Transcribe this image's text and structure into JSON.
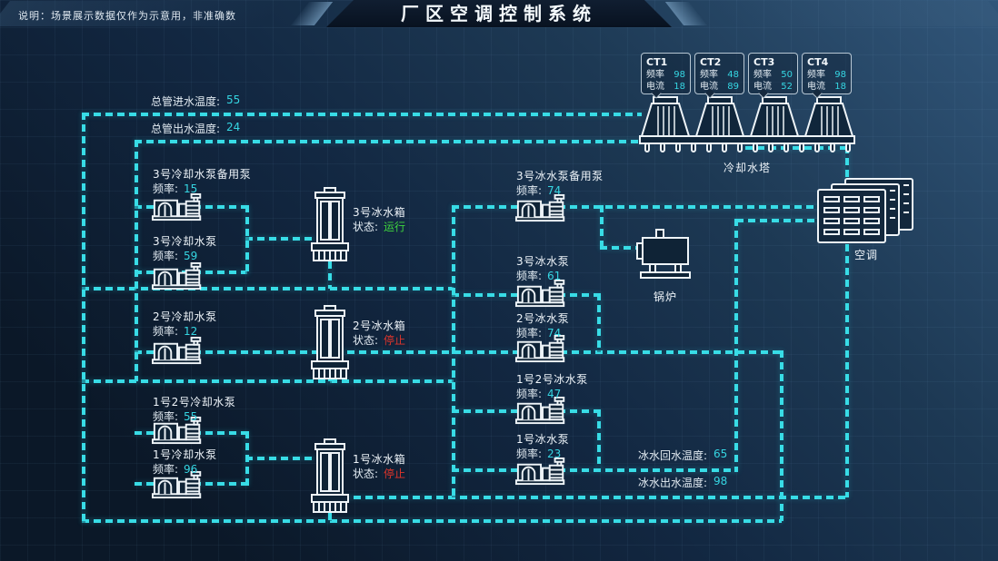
{
  "meta": {
    "title": "厂区空调控制系统",
    "disclaimer": "说明：场景展示数据仅作为示意用，非准确数"
  },
  "labels": {
    "freq": "频率",
    "current": "电流",
    "freq_c": "频率:",
    "status_c": "状态:"
  },
  "colors": {
    "accent": "#35d6e2",
    "run": "#3ed53e",
    "stop": "#e0352b",
    "pipe": "#38dce6"
  },
  "equipment": {
    "cooling_tower": "冷却水塔",
    "boiler": "锅炉",
    "ac": "空调"
  },
  "cooling_tower_units": [
    {
      "name": "CT1",
      "freq": "98",
      "current": "18"
    },
    {
      "name": "CT2",
      "freq": "48",
      "current": "89"
    },
    {
      "name": "CT3",
      "freq": "50",
      "current": "52"
    },
    {
      "name": "CT4",
      "freq": "98",
      "current": "18"
    }
  ],
  "cooling_pumps": [
    {
      "name": "3号冷却水泵备用泵",
      "freq": "15"
    },
    {
      "name": "3号冷却水泵",
      "freq": "59"
    },
    {
      "name": "2号冷却水泵",
      "freq": "12"
    },
    {
      "name": "1号2号冷却水泵",
      "freq": "55"
    },
    {
      "name": "1号冷却水泵",
      "freq": "96"
    }
  ],
  "ice_tanks": [
    {
      "name": "3号冰水箱",
      "status": "运行"
    },
    {
      "name": "2号冰水箱",
      "status": "停止"
    },
    {
      "name": "1号冰水箱",
      "status": "停止"
    }
  ],
  "ice_pumps": [
    {
      "name": "3号冰水泵备用泵",
      "freq": "74"
    },
    {
      "name": "3号冰水泵",
      "freq": "61"
    },
    {
      "name": "2号冰水泵",
      "freq": "74"
    },
    {
      "name": "1号2号冰水泵",
      "freq": "47"
    },
    {
      "name": "1号冰水泵",
      "freq": "23"
    }
  ],
  "sensors": [
    {
      "label": "总管进水温度:",
      "value": "55"
    },
    {
      "label": "总管出水温度:",
      "value": "24"
    },
    {
      "label": "冰水回水温度:",
      "value": "65"
    },
    {
      "label": "冰水出水温度:",
      "value": "98"
    }
  ]
}
